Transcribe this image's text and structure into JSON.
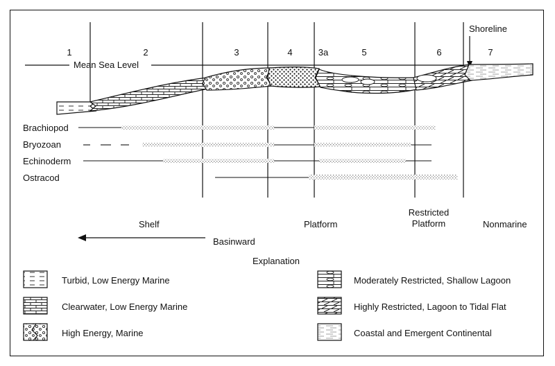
{
  "zones": [
    "1",
    "2",
    "3",
    "4",
    "3a",
    "5",
    "6",
    "7"
  ],
  "shoreline": "Shoreline",
  "sea_level": "Mean Sea Level",
  "fossils": [
    "Brachiopod",
    "Bryozoan",
    "Echinoderm",
    "Ostracod"
  ],
  "settings": {
    "shelf": "Shelf",
    "platform": "Platform",
    "restricted_line1": "Restricted",
    "restricted_line2": "Platform",
    "nonmarine": "Nonmarine",
    "basinward": "Basinward"
  },
  "legend": {
    "title": "Explanation",
    "items": [
      "Turbid, Low Energy Marine",
      "Clearwater, Low Energy Marine",
      "High Energy, Marine",
      "Moderately Restricted, Shallow Lagoon",
      "Highly Restricted, Lagoon to Tidal Flat",
      "Coastal and Emergent Continental"
    ]
  }
}
